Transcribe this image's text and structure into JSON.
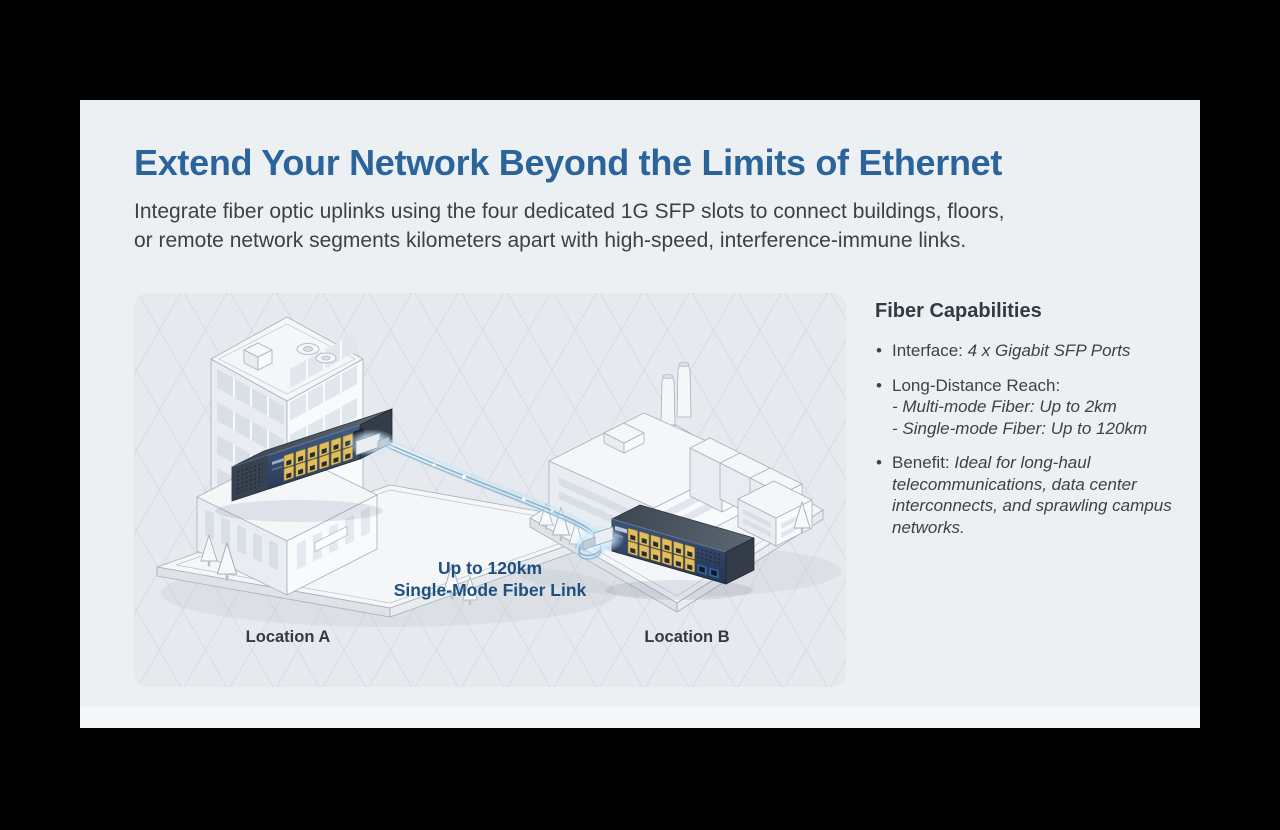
{
  "header": {
    "title": "Extend Your Network Beyond the Limits of Ethernet",
    "subtitle_line1": "Integrate fiber optic uplinks using the four dedicated 1G SFP slots to connect buildings, floors,",
    "subtitle_line2": "or remote network segments kilometers apart with high-speed, interference-immune links."
  },
  "diagram": {
    "link_label_line1": "Up to 120km",
    "link_label_line2": "Single-Mode Fiber Link",
    "location_a_label": "Location A",
    "location_b_label": "Location B"
  },
  "capabilities": {
    "heading": "Fiber Capabilities",
    "bullet_glyph": "•",
    "items": [
      {
        "label": "Interface:",
        "value": "4 x Gigabit SFP Ports",
        "sublines": []
      },
      {
        "label": "Long-Distance Reach:",
        "value": "",
        "sublines": [
          "- Multi-mode Fiber: Up to 2km",
          "- Single-mode Fiber: Up to 120km"
        ]
      },
      {
        "label": "Benefit:",
        "value": "Ideal for long-haul telecommunications, data center interconnects, and sprawling campus networks.",
        "sublines": []
      }
    ]
  },
  "colors": {
    "page_background": "#000000",
    "card_background": "#edf0f3",
    "panel_background": "#e6e9ed",
    "title_blue": "#2a649b",
    "link_label_blue": "#1e4f80",
    "body_text": "#3a4149",
    "heading_slate": "#2e3b42",
    "switch_navy": "#2d3c57",
    "port_yellow": "#e3bd58",
    "sfp_blue": "#36619b",
    "fiber_glow": "#cdeafc"
  }
}
